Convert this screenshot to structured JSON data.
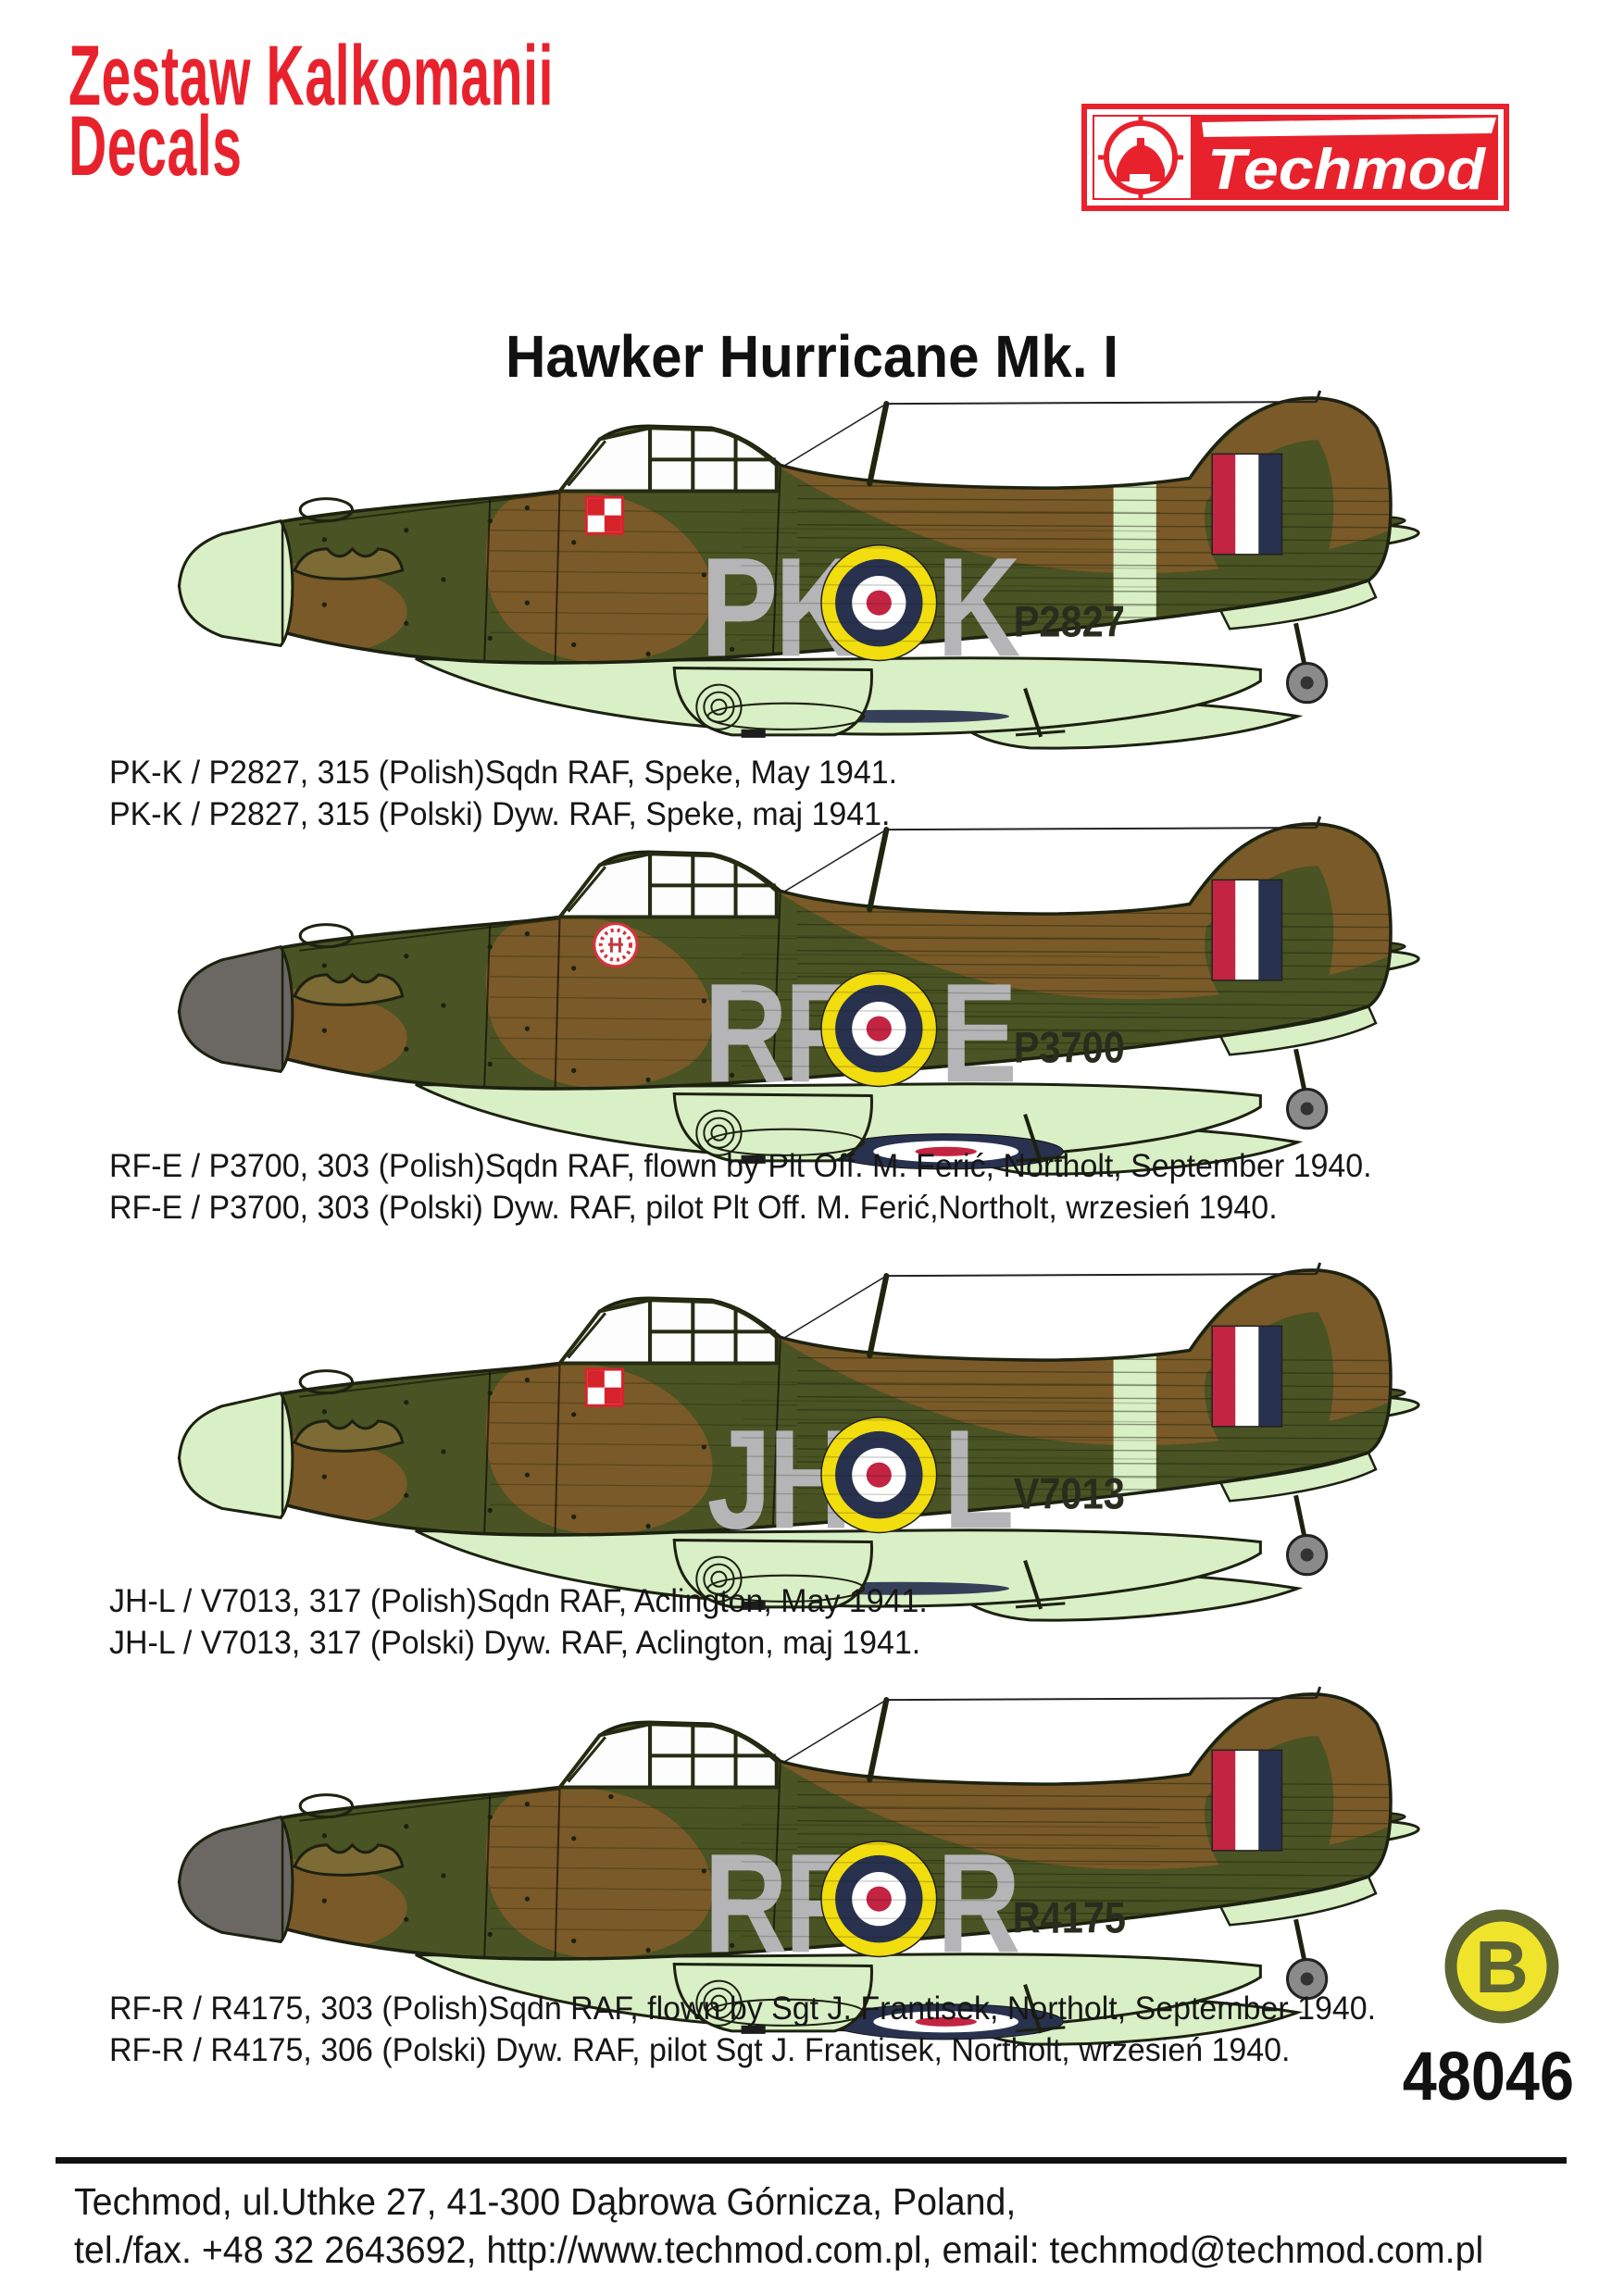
{
  "header": {
    "title_line1": "Zestaw Kalkomanii",
    "title_line2": "Decals",
    "brand": "Techmod"
  },
  "page": {
    "title": "Hawker Hurricane Mk. I",
    "sheet_number": "48046",
    "scheme_letter": "B"
  },
  "colors": {
    "red": "#e8222d",
    "dark_green": "#4a5323",
    "brown": "#7a5a28",
    "sky": "#d9efc6",
    "outline": "#1c2110",
    "grey_code": "#b5b5b7",
    "serial": "#2a2d1d",
    "roundel_yellow": "#f2dd0e",
    "roundel_blue": "#28314e",
    "roundel_red": "#c22441",
    "flash_red": "#c22441",
    "checker_red": "#d6232b",
    "spinner_grey": "#6b6762",
    "wheel_grey": "#8a8a8a",
    "badge_olive": "#5c6433",
    "badge_yellow": "#f0e32b"
  },
  "aircraft": [
    {
      "code_left": "PK",
      "code_right": "K",
      "serial": "P2827",
      "spinner": "sky",
      "badge": "checkerboard",
      "sky_band": true,
      "underwing_roundel": false,
      "caption_en": "PK-K / P2827, 315 (Polish)Sqdn RAF, Speke, May 1941.",
      "caption_pl": "PK-K / P2827, 315 (Polski) Dyw. RAF, Speke, maj 1941."
    },
    {
      "code_left": "RF",
      "code_right": "E",
      "serial": "P3700",
      "spinner": "grey",
      "badge": "kosciuszko",
      "sky_band": false,
      "underwing_roundel": true,
      "caption_en": "RF-E / P3700, 303 (Polish)Sqdn RAF, flown by Plt Off. M. Ferić, Northolt, September 1940.",
      "caption_pl": "RF-E / P3700, 303 (Polski) Dyw. RAF, pilot Plt Off. M. Ferić,Northolt, wrzesień 1940."
    },
    {
      "code_left": "JH",
      "code_right": "L",
      "serial": "V7013",
      "spinner": "sky",
      "badge": "checkerboard",
      "sky_band": true,
      "underwing_roundel": false,
      "caption_en": "JH-L / V7013, 317 (Polish)Sqdn RAF, Aclington, May 1941.",
      "caption_pl": "JH-L / V7013, 317 (Polski) Dyw. RAF, Aclington, maj 1941."
    },
    {
      "code_left": "RF",
      "code_right": "R",
      "serial": "R4175",
      "spinner": "grey",
      "badge": "none",
      "sky_band": false,
      "underwing_roundel": true,
      "caption_en": "RF-R / R4175,  303 (Polish)Sqdn RAF, flown by Sgt J. Frantisek, Northolt, September 1940.",
      "caption_pl": "RF-R / R4175, 306 (Polski) Dyw. RAF, pilot Sgt J. Frantisek, Northolt, wrzesień 1940."
    }
  ],
  "footer": {
    "line1": "Techmod, ul.Uthke 27, 41-300 Dąbrowa Górnicza, Poland,",
    "line2": "tel./fax. +48 32 2643692, http://www.techmod.com.pl, email: techmod@techmod.com.pl"
  }
}
